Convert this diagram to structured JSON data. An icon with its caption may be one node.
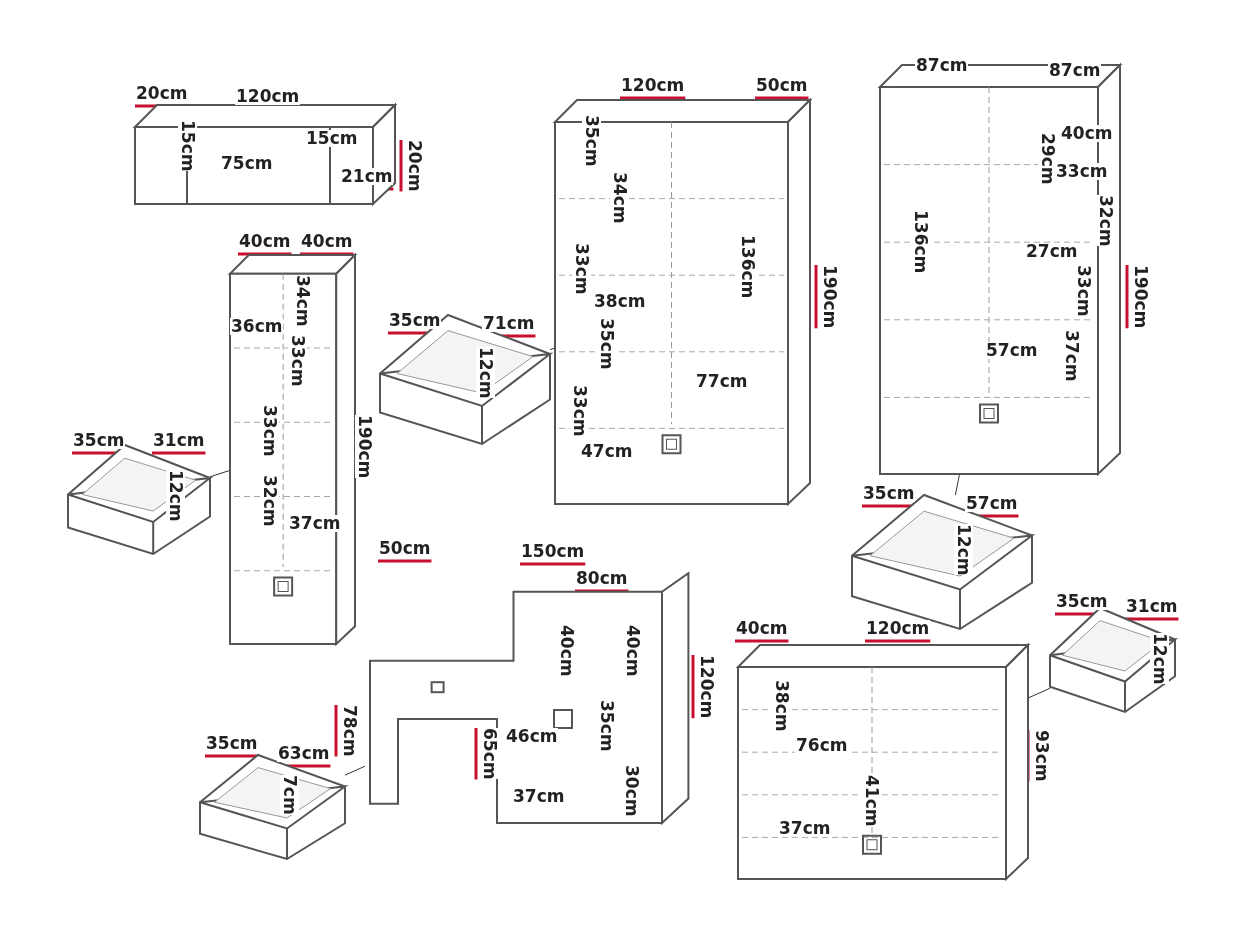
{
  "diagram": {
    "nodes": [
      {
        "text": [],
        "shape": "picture"
      },
      {
        "text": [],
        "shape": "picture"
      },
      {
        "text": [],
        "shape": "picture"
      },
      {
        "text": [],
        "shape": "picture"
      },
      {
        "text": [],
        "shape": "picture"
      },
      {
        "text": [],
        "shape": "picture"
      },
      {
        "text": [],
        "shape": "picture"
      },
      {
        "text": [],
        "shape": "picture"
      },
      {
        "text": [],
        "shape": "picture"
      },
      {
        "text": [],
        "shape": "picture"
      },
      {
        "text": [],
        "shape": "picture"
      }
    ],
    "edges": [
      {
        "from": 4,
        "to": 1,
        "arrow": "none"
      },
      {
        "from": 5,
        "to": 3,
        "arrow": "none"
      },
      {
        "from": 6,
        "to": 2,
        "arrow": "none"
      },
      {
        "from": 8,
        "to": 9,
        "arrow": "none"
      },
      {
        "from": 10,
        "to": 7,
        "arrow": "none"
      }
    ],
    "labels": [
      "20cm",
      "120cm",
      "15cm",
      "75cm",
      "15cm",
      "21cm",
      "20cm",
      "120cm",
      "50cm",
      "35cm",
      "34cm",
      "136cm",
      "190cm",
      "33cm",
      "38cm",
      "35cm",
      "77cm",
      "33cm",
      "47cm",
      "87cm",
      "87cm",
      "40cm",
      "29cm",
      "33cm",
      "136cm",
      "32cm",
      "27cm",
      "33cm",
      "190cm",
      "57cm",
      "37cm",
      "40cm",
      "40cm",
      "34cm",
      "36cm",
      "33cm",
      "33cm",
      "190cm",
      "32cm",
      "37cm",
      "35cm",
      "71cm",
      "12cm",
      "35cm",
      "31cm",
      "12cm",
      "35cm",
      "57cm",
      "12cm",
      "50cm",
      "150cm",
      "80cm",
      "40cm",
      "40cm",
      "120cm",
      "78cm",
      "46cm",
      "35cm",
      "65cm",
      "37cm",
      "30cm",
      "35cm",
      "31cm",
      "12cm",
      "40cm",
      "120cm",
      "38cm",
      "76cm",
      "93cm",
      "41cm",
      "37cm",
      "35cm",
      "63cm",
      "7cm"
    ]
  }
}
